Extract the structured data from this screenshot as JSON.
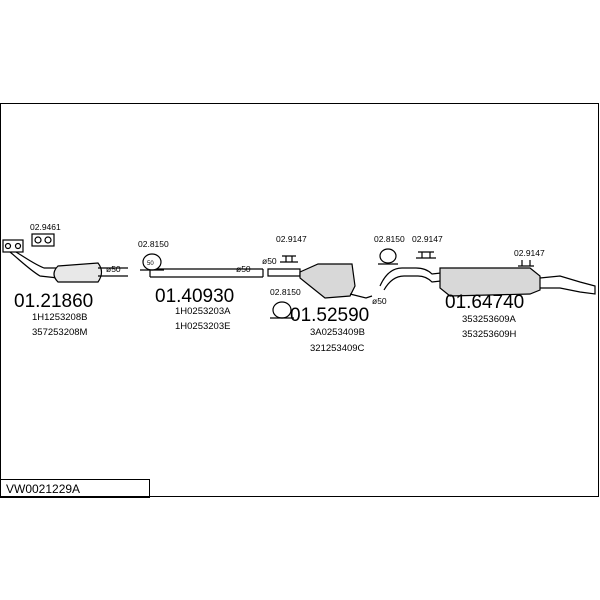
{
  "diagram_code": "VW0021229A",
  "parts": [
    {
      "number": "01.21860",
      "refs": [
        "1H1253208B",
        "357253208M"
      ]
    },
    {
      "number": "01.40930",
      "refs": [
        "1H0253203A",
        "1H0253203E"
      ]
    },
    {
      "number": "01.52590",
      "refs": [
        "3A0253409B",
        "321253409C"
      ]
    },
    {
      "number": "01.64740",
      "refs": [
        "353253609A",
        "353253609H"
      ]
    }
  ],
  "accessories": {
    "a1": "02.9461",
    "a2": "02.8150",
    "a3": "02.9147",
    "a4": "02.8150",
    "a5": "02.8150",
    "a6": "02.9147",
    "a7": "02.9147"
  },
  "diameters": {
    "d1": "ø50",
    "d2": "ø50",
    "d3": "ø50",
    "d4": "ø50"
  },
  "icons": {
    "clamp_label": "50"
  }
}
